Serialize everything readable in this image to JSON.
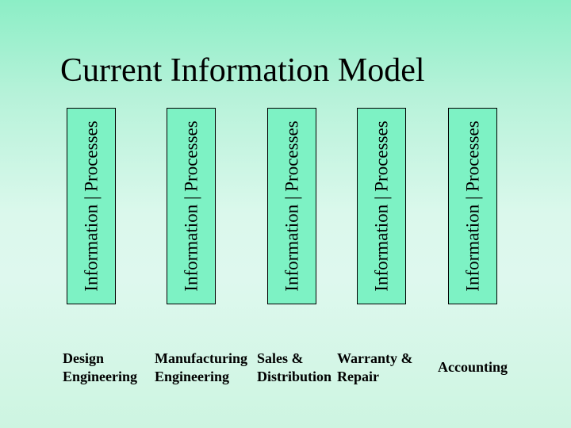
{
  "slide": {
    "title": "Current Information Model"
  },
  "silos": [
    {
      "label": "Information | Processes",
      "department_lines": [
        "Design",
        "Engineering"
      ]
    },
    {
      "label": "Information | Processes",
      "department_lines": [
        "Manufacturing",
        "Engineering"
      ]
    },
    {
      "label": "Information | Processes",
      "department_lines": [
        "Sales &",
        "Distribution"
      ]
    },
    {
      "label": "Information | Processes",
      "department_lines": [
        "Warranty &",
        "Repair"
      ]
    },
    {
      "label": "Information | Processes",
      "department_lines": [
        "Accounting"
      ]
    }
  ],
  "colors": {
    "background_top": "#8CEEC6",
    "background_bottom": "#CDF5E1",
    "silo_fill": "#7DF2C4",
    "silo_border": "#000000",
    "text": "#000000"
  }
}
